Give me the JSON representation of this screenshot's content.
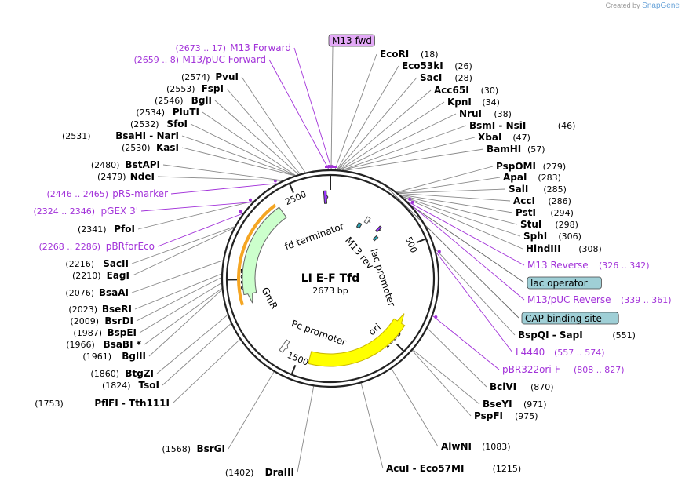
{
  "watermark": {
    "prefix": "Created by",
    "brand": "SnapGene"
  },
  "plasmid": {
    "name": "LI E-F Tfd",
    "size_label": "2673 bp",
    "length": 2673
  },
  "ticks": [
    {
      "pos": 500,
      "label": "500"
    },
    {
      "pos": 1000,
      "label": "1000"
    },
    {
      "pos": 1500,
      "label": "1500"
    },
    {
      "pos": 2000,
      "label": "2000"
    },
    {
      "pos": 2500,
      "label": "2500"
    }
  ],
  "features": [
    {
      "name": "ori",
      "start": 857,
      "end": 1445,
      "strand": -1,
      "color": "#ffff00",
      "stroke": "#c8b400",
      "track": 1
    },
    {
      "name": "GmR",
      "start": 1875,
      "end": 2408,
      "strand": -1,
      "color": "#ccffcc",
      "stroke": "#666666",
      "track": 1
    },
    {
      "name": "Pc promoter",
      "start": 1570,
      "end": 1600,
      "strand": -1,
      "color": "#ffffff",
      "stroke": "#666666",
      "track": 1
    },
    {
      "name": "fd terminator",
      "start": 2640,
      "end": 2660,
      "strand": 1,
      "color": "#9933ff",
      "stroke": "#333333",
      "track": 1
    },
    {
      "name": "lac promoter",
      "start": 230,
      "end": 260,
      "strand": 1,
      "color": "#ffffff",
      "stroke": "#666666",
      "track": 2
    },
    {
      "name": "M13 rev",
      "start": 322,
      "end": 342,
      "strand": 1,
      "color": "#9933ff",
      "stroke": "#333333",
      "track": 2
    },
    {
      "name": "lac operator",
      "start": 350,
      "end": 366,
      "strand": 0,
      "color": "#2ca5b5",
      "stroke": "#333333",
      "track": 3
    },
    {
      "name": "CAP binding site",
      "start": 200,
      "end": 222,
      "strand": 0,
      "color": "#2ca5b5",
      "stroke": "#333333",
      "track": 3
    }
  ],
  "labels": [
    {
      "text": "M13 fwd",
      "side": "top",
      "boxed": true,
      "box_color": "#e3a9f7",
      "color": "#000",
      "bold": false
    },
    {
      "num": "(18)",
      "name": "EcoRI",
      "side": "right",
      "pos": 18
    },
    {
      "num": "(26)",
      "name": "Eco53kI",
      "side": "right",
      "pos": 26
    },
    {
      "num": "(28)",
      "name": "SacI",
      "side": "right",
      "pos": 28
    },
    {
      "num": "(30)",
      "name": "Acc65I",
      "side": "right",
      "pos": 30
    },
    {
      "num": "(34)",
      "name": "KpnI",
      "side": "right",
      "pos": 34
    },
    {
      "num": "(38)",
      "name": "NruI",
      "side": "right",
      "pos": 38
    },
    {
      "num": "(46)",
      "name": "BsmI  -  NsiI",
      "side": "right",
      "pos": 46
    },
    {
      "num": "(47)",
      "name": "XbaI",
      "side": "right",
      "pos": 47
    },
    {
      "num": "(57)",
      "name": "BamHI",
      "side": "right",
      "pos": 57
    },
    {
      "num": "(279)",
      "name": "PspOMI",
      "side": "right",
      "pos": 279
    },
    {
      "num": "(283)",
      "name": "ApaI",
      "side": "right",
      "pos": 283
    },
    {
      "num": "(285)",
      "name": "SalI",
      "side": "right",
      "pos": 285
    },
    {
      "num": "(286)",
      "name": "AccI",
      "side": "right",
      "pos": 286
    },
    {
      "num": "(294)",
      "name": "PstI",
      "side": "right",
      "pos": 294
    },
    {
      "num": "(298)",
      "name": "StuI",
      "side": "right",
      "pos": 298
    },
    {
      "num": "(306)",
      "name": "SphI",
      "side": "right",
      "pos": 306
    },
    {
      "num": "(308)",
      "name": "HindIII",
      "side": "right",
      "pos": 308
    },
    {
      "num": "(326 .. 342)",
      "name": "M13 Reverse",
      "side": "right",
      "pos": 334,
      "primer": true
    },
    {
      "text": "lac operator",
      "side": "right",
      "boxed": true,
      "box_color": "#9fcfd6",
      "pos": 358
    },
    {
      "num": "(339 .. 361)",
      "name": "M13/pUC Reverse",
      "side": "right",
      "pos": 350,
      "primer": true
    },
    {
      "text": "CAP binding site",
      "side": "right",
      "boxed": true,
      "box_color": "#9fcfd6",
      "pos": 211
    },
    {
      "num": "(551)",
      "name": "BspQI  -  SapI",
      "side": "right",
      "pos": 551
    },
    {
      "num": "(557 .. 574)",
      "name": "L4440",
      "side": "right",
      "pos": 565,
      "primer": true
    },
    {
      "num": "(808 .. 827)",
      "name": "pBR322ori-F",
      "side": "right",
      "pos": 817,
      "primer": true
    },
    {
      "num": "(870)",
      "name": "BciVI",
      "side": "right",
      "pos": 870
    },
    {
      "num": "(971)",
      "name": "BseYI",
      "side": "right",
      "pos": 971
    },
    {
      "num": "(975)",
      "name": "PspFI",
      "side": "right",
      "pos": 975
    },
    {
      "num": "(1083)",
      "name": "AlwNI",
      "side": "right",
      "pos": 1083
    },
    {
      "num": "(1215)",
      "name": "AcuI  -  Eco57MI",
      "side": "right",
      "pos": 1215
    },
    {
      "num": "(1402)",
      "name": "DraIII",
      "side": "left",
      "pos": 1402
    },
    {
      "num": "(1568)",
      "name": "BsrGI",
      "side": "left",
      "pos": 1568
    },
    {
      "num": "(1753)",
      "name": "PflFI  -  Tth111I",
      "side": "left",
      "pos": 1753
    },
    {
      "num": "(1824)",
      "name": "TsoI",
      "side": "left",
      "pos": 1824
    },
    {
      "num": "(1860)",
      "name": "BtgZI",
      "side": "left",
      "pos": 1860
    },
    {
      "num": "(1961)",
      "name": "BglII",
      "side": "left",
      "pos": 1961
    },
    {
      "num": "(1966)",
      "name": "BsaBI *",
      "side": "left",
      "pos": 1966
    },
    {
      "num": "(1987)",
      "name": "BspEI",
      "side": "left",
      "pos": 1987
    },
    {
      "num": "(2009)",
      "name": "BsrDI",
      "side": "left",
      "pos": 2009
    },
    {
      "num": "(2023)",
      "name": "BseRI",
      "side": "left",
      "pos": 2023
    },
    {
      "num": "(2076)",
      "name": "BsaAI",
      "side": "left",
      "pos": 2076
    },
    {
      "num": "(2210)",
      "name": "EagI",
      "side": "left",
      "pos": 2210
    },
    {
      "num": "(2216)",
      "name": "SacII",
      "side": "left",
      "pos": 2216
    },
    {
      "num": "(2268 .. 2286)",
      "name": "pBRforEco",
      "side": "left",
      "pos": 2277,
      "primer": true
    },
    {
      "num": "(2341)",
      "name": "PfoI",
      "side": "left",
      "pos": 2341
    },
    {
      "num": "(2324 .. 2346)",
      "name": "pGEX 3'",
      "side": "left",
      "pos": 2335,
      "primer": true
    },
    {
      "num": "(2446 .. 2465)",
      "name": "pRS-marker",
      "side": "left",
      "pos": 2455,
      "primer": true
    },
    {
      "num": "(2479)",
      "name": "NdeI",
      "side": "left",
      "pos": 2479
    },
    {
      "num": "(2480)",
      "name": "BstAPI",
      "side": "left",
      "pos": 2480
    },
    {
      "num": "(2530)",
      "name": "KasI",
      "side": "left",
      "pos": 2530
    },
    {
      "num": "(2531)",
      "name": "BsaHI  -  NarI",
      "side": "left",
      "pos": 2531
    },
    {
      "num": "(2532)",
      "name": "SfoI",
      "side": "left",
      "pos": 2532
    },
    {
      "num": "(2534)",
      "name": "PluTI",
      "side": "left",
      "pos": 2534
    },
    {
      "num": "(2546)",
      "name": "BglI",
      "side": "left",
      "pos": 2546
    },
    {
      "num": "(2553)",
      "name": "FspI",
      "side": "left",
      "pos": 2553
    },
    {
      "num": "(2574)",
      "name": "PvuI",
      "side": "left",
      "pos": 2574
    },
    {
      "num": "(2659 .. 8)",
      "name": "M13/pUC Forward",
      "side": "left",
      "pos": 2667,
      "primer": true
    },
    {
      "num": "(2673 .. 17)",
      "name": "M13 Forward",
      "side": "left",
      "pos": 5,
      "primer": true
    }
  ]
}
